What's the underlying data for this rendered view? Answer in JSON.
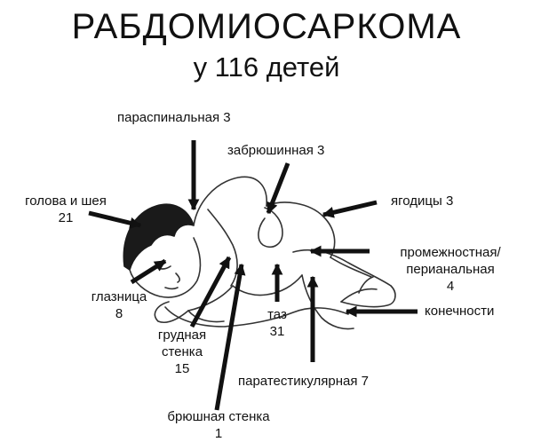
{
  "title": "РАБДОМИОСАРКОМА",
  "subtitle": "у 116 детей",
  "labels": {
    "paraspinal": {
      "text": "параспинальная 3"
    },
    "retroperitoneal": {
      "text": "забрюшинная 3"
    },
    "head_neck": {
      "name": "голова и шея",
      "count": "21"
    },
    "buttocks": {
      "text": "ягодицы 3"
    },
    "perineal": {
      "line1": "промежностная/",
      "line2": "перианальная",
      "count": "4"
    },
    "orbit": {
      "name": "глазница",
      "count": "8"
    },
    "pelvis": {
      "name": "таз",
      "count": "31"
    },
    "limbs": {
      "text": "конечности"
    },
    "chest_wall": {
      "line1": "грудная",
      "line2": "стенка",
      "count": "15"
    },
    "paratesticular": {
      "text": "паратестикулярная 7"
    },
    "abdominal_wall": {
      "name": "брюшная стенка",
      "count": "1"
    }
  },
  "colors": {
    "ink": "#111111",
    "background": "#ffffff"
  },
  "icons": [
    "sleeping-child-illustration",
    "arrow-icon"
  ]
}
